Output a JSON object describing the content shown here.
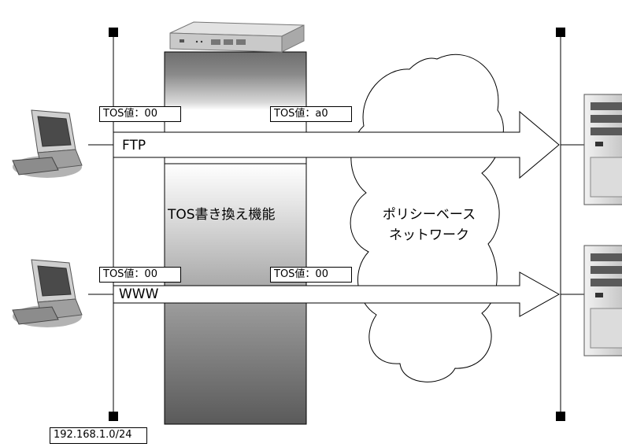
{
  "colors": {
    "stroke": "#000000",
    "background": "#ffffff",
    "device_top": "#cfcfcf",
    "device_dark": "#595959"
  },
  "labels": {
    "tos_ftp_in": "TOS値：00",
    "tos_ftp_out": "TOS値：a0",
    "tos_www_in": "TOS値：00",
    "tos_www_out": "TOS値：00",
    "flow_ftp": "FTP",
    "flow_www": "WWW",
    "router_function": "TOS書き換え機能",
    "network_line1": "ポリシーベース",
    "network_line2": "ネットワーク",
    "subnet": "192.168.1.0/24"
  },
  "icons": {
    "router": "router-icon",
    "client_pc": "desktop-pc-icon",
    "server": "tower-server-icon",
    "network": "cloud-icon",
    "terminator": "segment-terminator-icon"
  }
}
